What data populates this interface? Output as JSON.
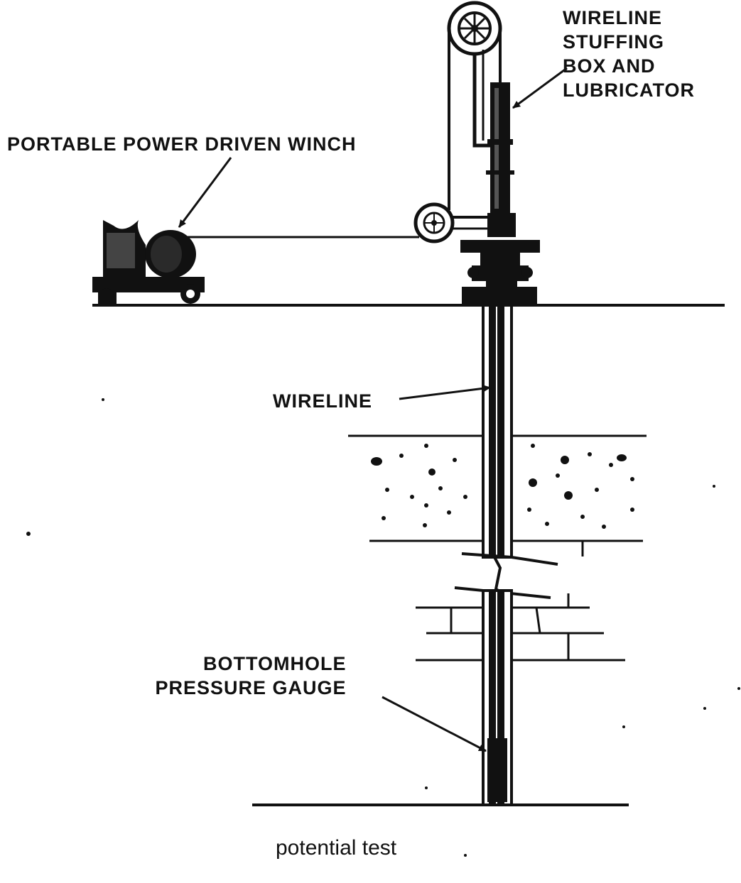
{
  "labels": {
    "stuffing_box": [
      "WIRELINE",
      "STUFFING",
      "BOX AND",
      "LUBRICATOR"
    ],
    "winch": "PORTABLE POWER DRIVEN WINCH",
    "wireline": "WIRELINE",
    "gauge": [
      "BOTTOMHOLE",
      "PRESSURE GAUGE"
    ]
  },
  "caption": "potential test"
}
